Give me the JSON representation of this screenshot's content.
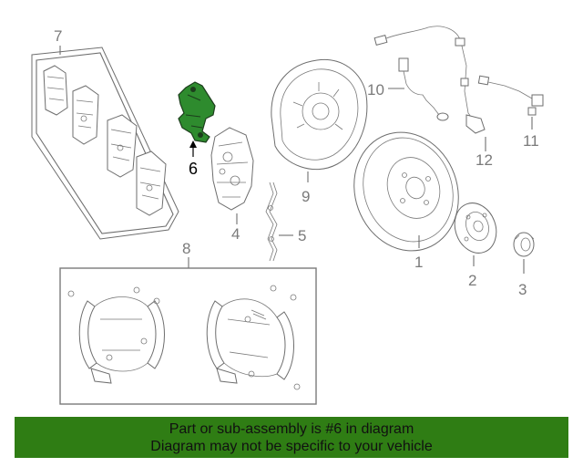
{
  "callouts": {
    "c1": "1",
    "c2": "2",
    "c3": "3",
    "c4": "4",
    "c5": "5",
    "c6": "6",
    "c7": "7",
    "c8": "8",
    "c9": "9",
    "c10": "10",
    "c11": "11",
    "c12": "12"
  },
  "highlight_color": "#2e8b2e",
  "banner": {
    "line1": "Part or sub-assembly is #6 in diagram",
    "line2": "Diagram may not be specific to your vehicle",
    "background": "#2f7d14"
  }
}
